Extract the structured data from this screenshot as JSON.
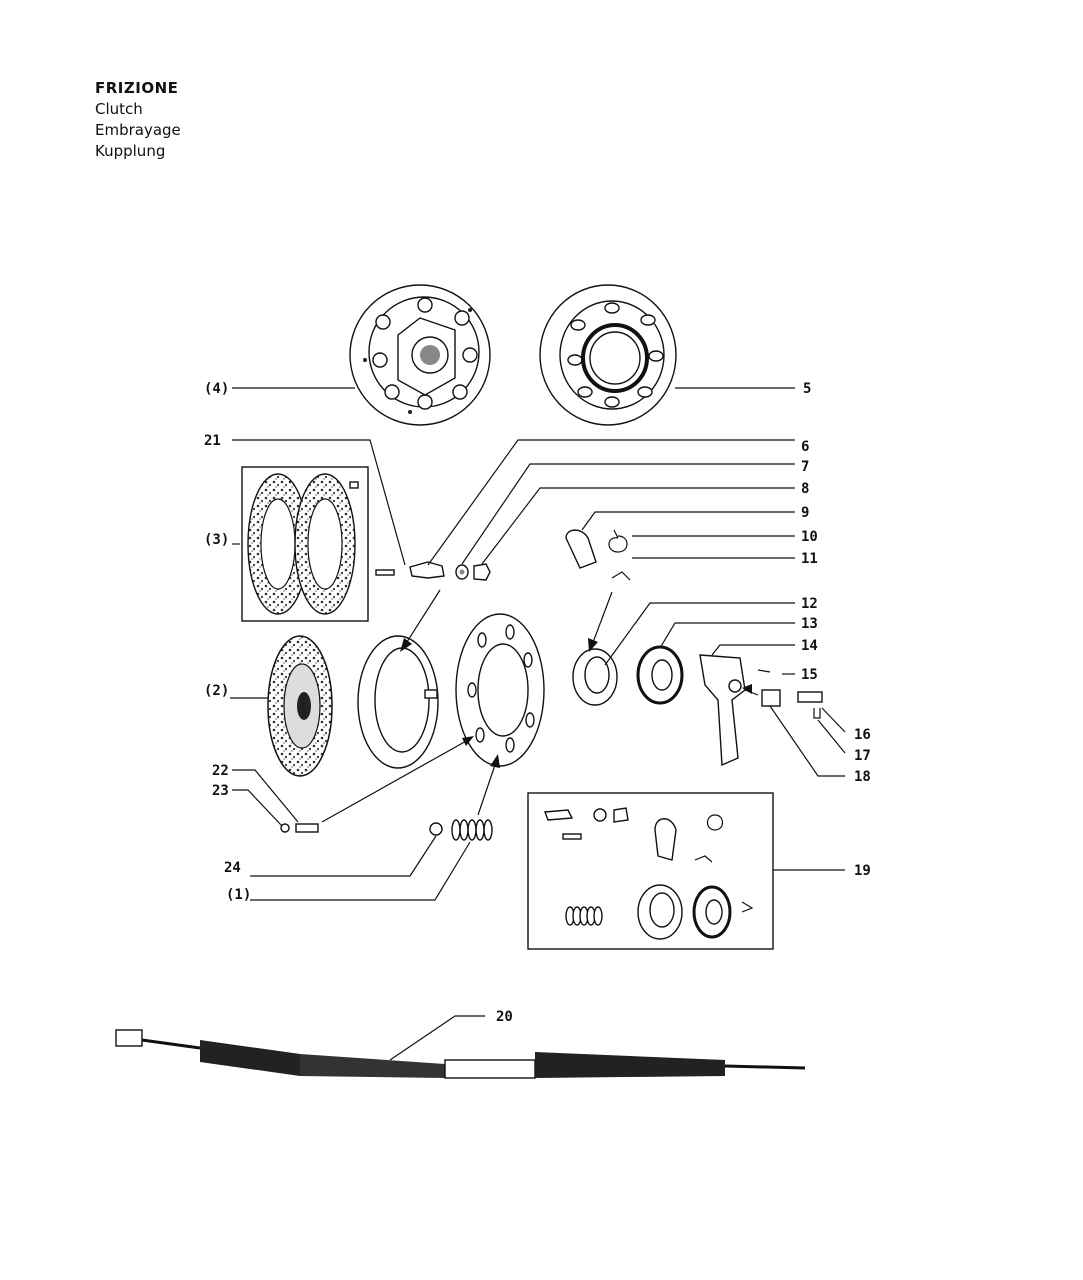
{
  "titles": {
    "it": "FRIZIONE",
    "en": "Clutch",
    "fr": "Embrayage",
    "de": "Kupplung"
  },
  "labels": {
    "p1": "(1)",
    "p2": "(2)",
    "p3": "(3)",
    "p4": "(4)",
    "p5": "5",
    "p6": "6",
    "p7": "7",
    "p8": "8",
    "p9": "9",
    "p10": "10",
    "p11": "11",
    "p12": "12",
    "p13": "13",
    "p14": "14",
    "p15": "15",
    "p16": "16",
    "p17": "17",
    "p18": "18",
    "p19": "19",
    "p20": "20",
    "p21": "21",
    "p22": "22",
    "p23": "23",
    "p24": "24"
  }
}
